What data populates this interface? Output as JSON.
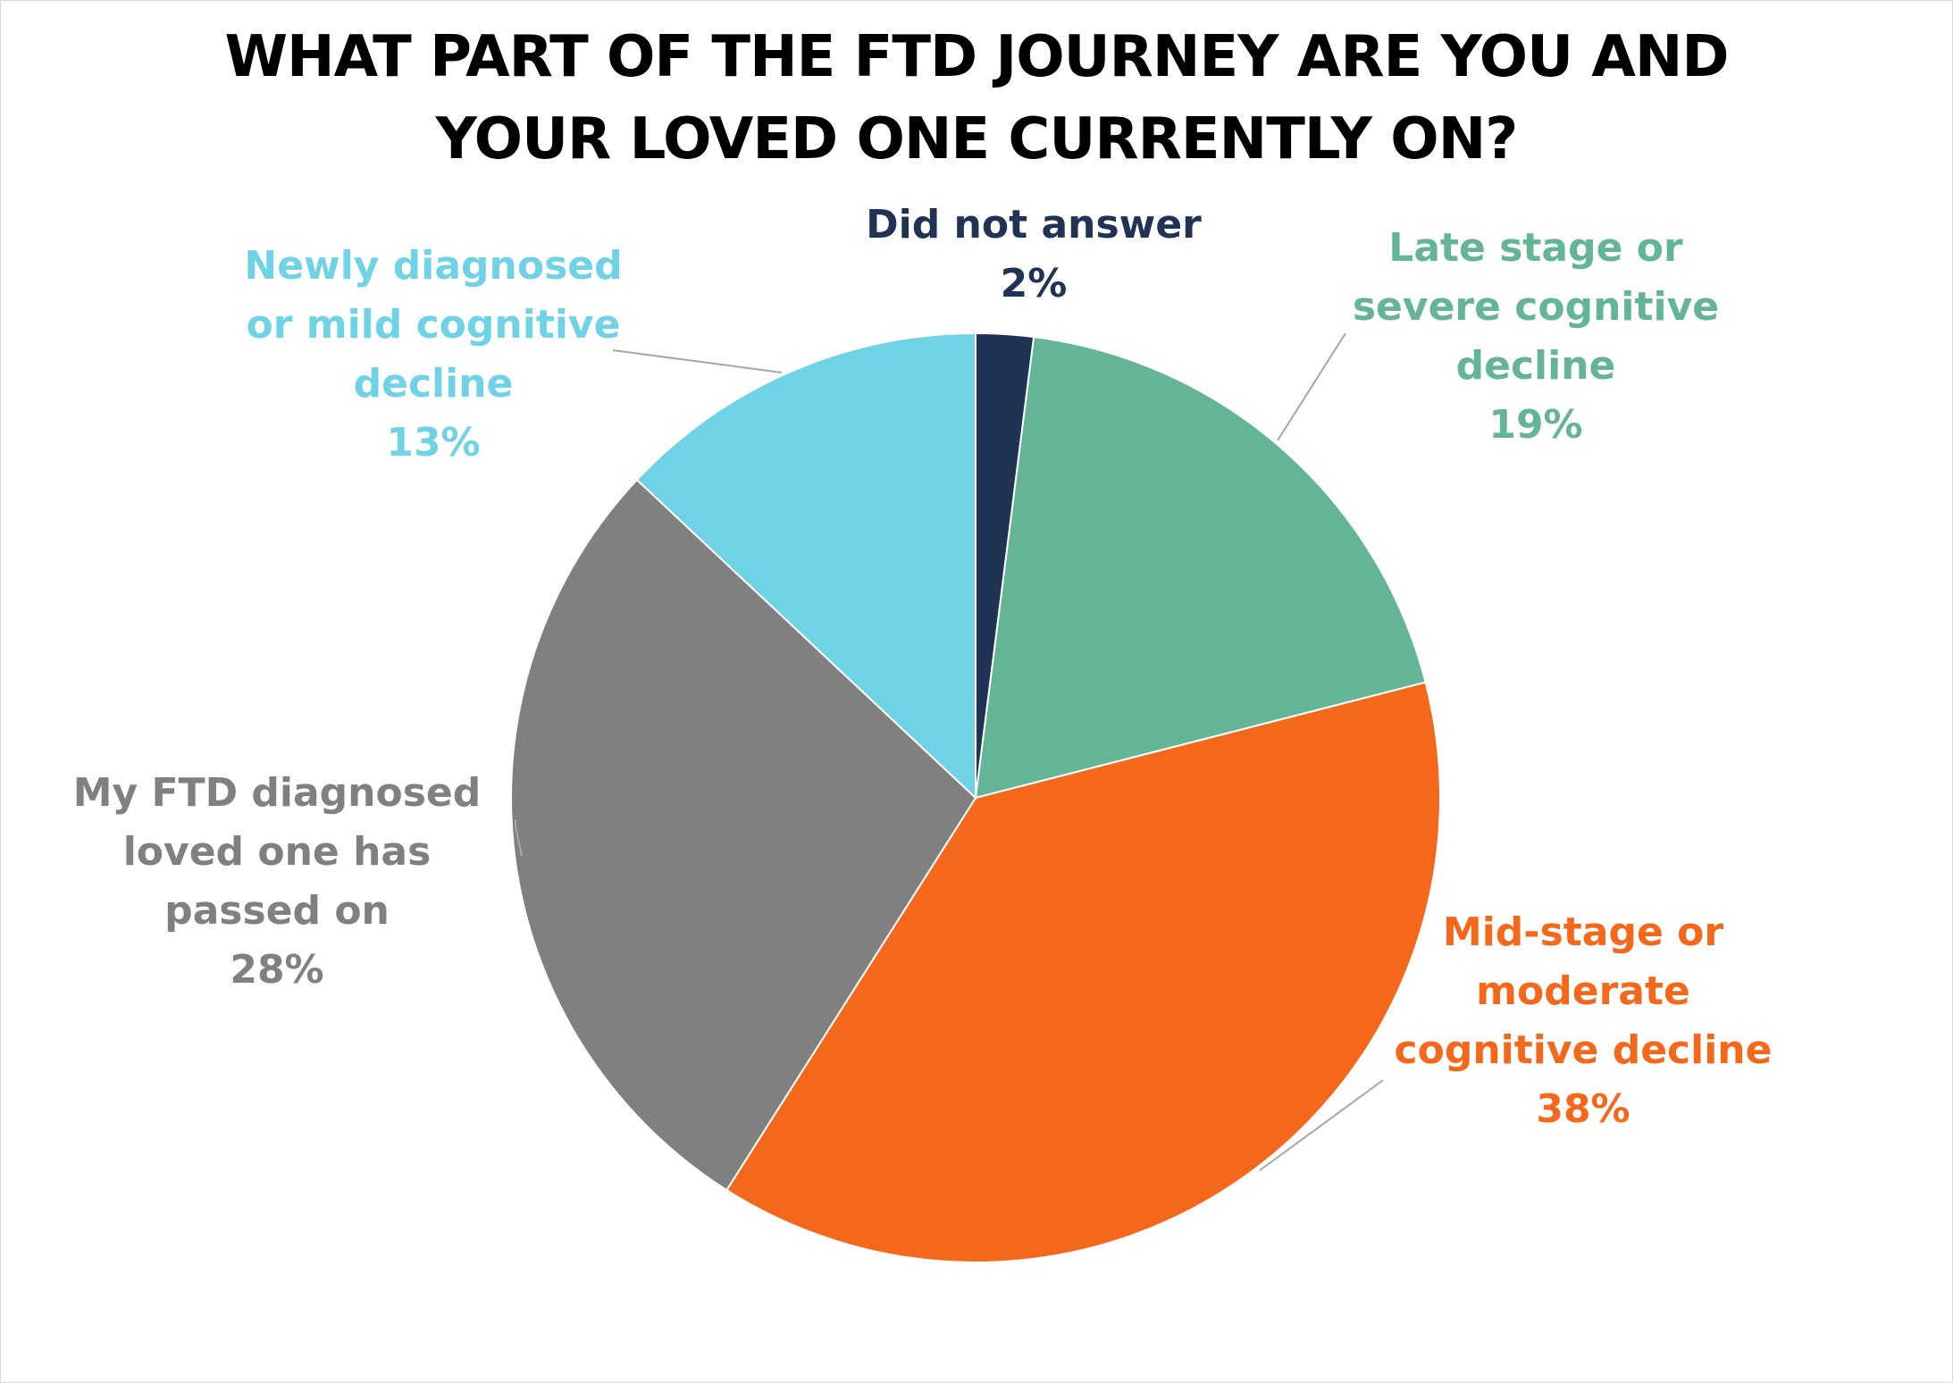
{
  "chart_data": {
    "type": "pie",
    "title_lines": [
      "WHAT PART OF THE FTD JOURNEY ARE YOU AND",
      "YOUR LOVED ONE CURRENTLY ON?"
    ],
    "slices": [
      {
        "label_lines": [
          "Did not answer"
        ],
        "value": 2,
        "value_label": "2%",
        "color": "#203354"
      },
      {
        "label_lines": [
          "Late stage or",
          "severe cognitive",
          "decline"
        ],
        "value": 19,
        "value_label": "19%",
        "color": "#64b596"
      },
      {
        "label_lines": [
          "Mid-stage or",
          "moderate",
          "cognitive decline"
        ],
        "value": 38,
        "value_label": "38%",
        "color": "#f4681c"
      },
      {
        "label_lines": [
          "My FTD diagnosed",
          "loved one has",
          "passed on"
        ],
        "value": 28,
        "value_label": "28%",
        "color": "#808080"
      },
      {
        "label_lines": [
          "Newly diagnosed",
          "or mild cognitive",
          "decline"
        ],
        "value": 13,
        "value_label": "13%",
        "color": "#6fd3e5"
      }
    ]
  }
}
